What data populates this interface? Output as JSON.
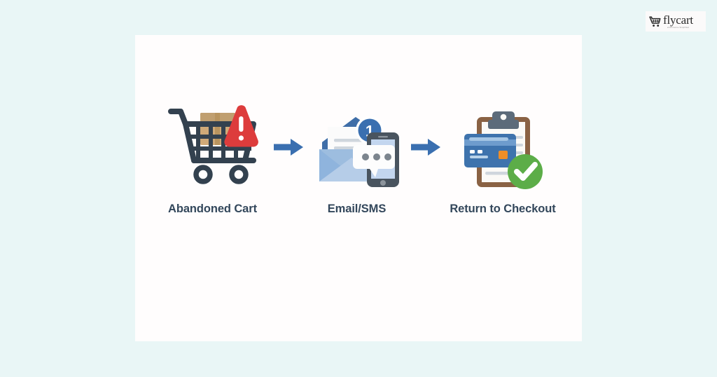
{
  "page": {
    "background_color": "#e9f6f6",
    "card_color": "#ffffff"
  },
  "brand": {
    "name": "flycart",
    "tagline": "eCommerce Simplified",
    "mark_icon": "shopping-cart-icon"
  },
  "flow": {
    "steps": [
      {
        "id": "abandoned-cart",
        "label": "Abandoned Cart",
        "icon": "shopping-cart-warning-icon"
      },
      {
        "id": "email-sms",
        "label": "Email/SMS",
        "icon": "envelope-phone-icon",
        "badge": "1"
      },
      {
        "id": "return-to-checkout",
        "label": "Return to Checkout",
        "icon": "clipboard-credit-card-check-icon"
      }
    ],
    "arrows": [
      {
        "id": "arrow-1",
        "icon": "arrow-right-icon"
      },
      {
        "id": "arrow-2",
        "icon": "arrow-right-icon"
      }
    ]
  },
  "colors": {
    "label_text": "#33475b",
    "arrow_blue": "#3a6fb0",
    "cart_navy": "#33414f",
    "warning_red": "#dd3c3c",
    "box_tan": "#cfa978",
    "envelope_blue": "#8fb4dd",
    "envelope_flap_dark": "#3f6ea8",
    "badge_blue": "#3a6fb0",
    "phone_dark": "#49545f",
    "phone_screen": "#c3d6ef",
    "clipboard_brown": "#8a6244",
    "clip_gray": "#5c6b7a",
    "card_blue": "#3e73ad",
    "chip_orange": "#ef8e28",
    "check_green": "#5cad48"
  }
}
